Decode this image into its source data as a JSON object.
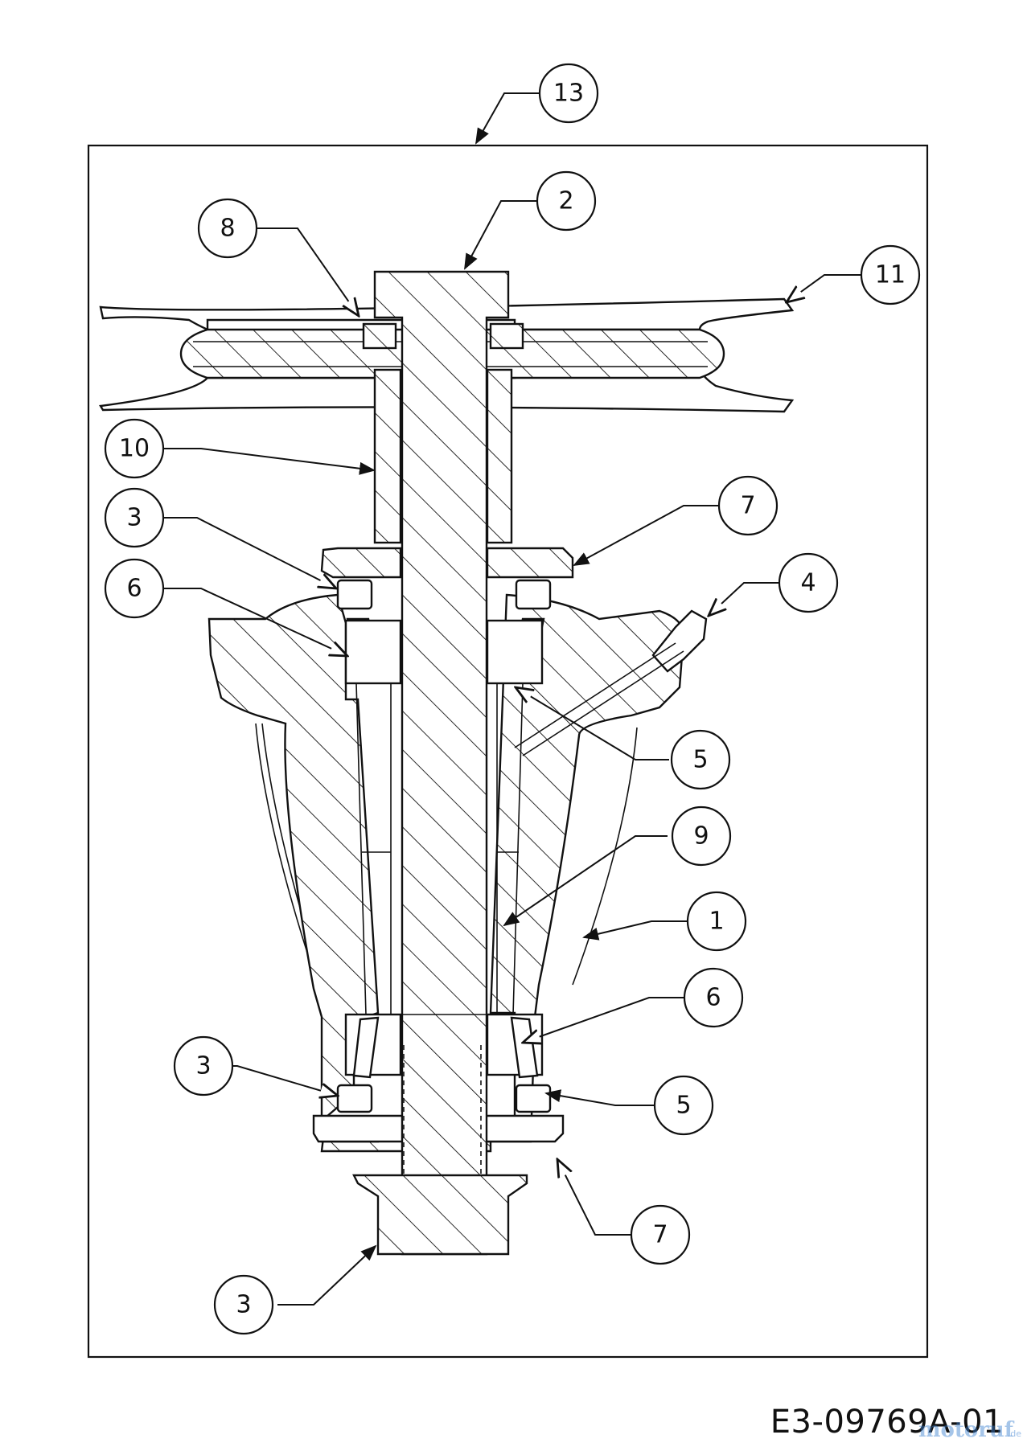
{
  "drawing_code": "E3-09769A-01",
  "watermark": {
    "text": "motoruf",
    "suffix": ".de"
  },
  "callouts": [
    {
      "id": "c13",
      "label": "13"
    },
    {
      "id": "c2",
      "label": "2"
    },
    {
      "id": "c8",
      "label": "8"
    },
    {
      "id": "c11",
      "label": "11"
    },
    {
      "id": "c10",
      "label": "10"
    },
    {
      "id": "c7a",
      "label": "7"
    },
    {
      "id": "c3a",
      "label": "3"
    },
    {
      "id": "c6a",
      "label": "6"
    },
    {
      "id": "c4",
      "label": "4"
    },
    {
      "id": "c5a",
      "label": "5"
    },
    {
      "id": "c9",
      "label": "9"
    },
    {
      "id": "c1",
      "label": "1"
    },
    {
      "id": "c6b",
      "label": "6"
    },
    {
      "id": "c3b",
      "label": "3"
    },
    {
      "id": "c5b",
      "label": "5"
    },
    {
      "id": "c7b",
      "label": "7"
    },
    {
      "id": "c3c",
      "label": "3"
    }
  ]
}
